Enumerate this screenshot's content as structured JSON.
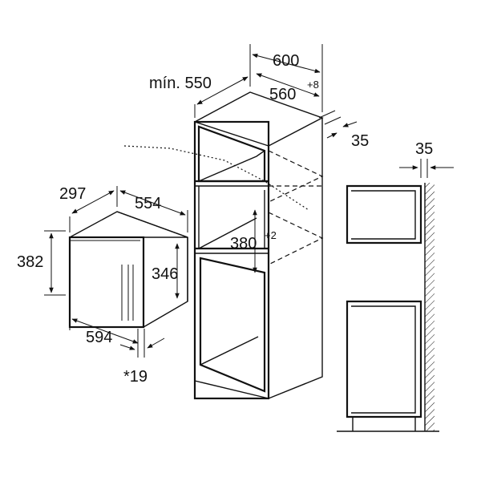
{
  "labels": {
    "min_depth": "mín. 550",
    "cabinet_width": "600",
    "niche_width": "560",
    "niche_width_tol": "+8",
    "side_gap": "35",
    "wall_gap": "35",
    "appliance_depth": "297",
    "appliance_width_top": "554",
    "appliance_height": "382",
    "front_height": "346",
    "front_width": "594",
    "niche_height": "380",
    "niche_height_tol": "+2",
    "footnote": "*19"
  }
}
